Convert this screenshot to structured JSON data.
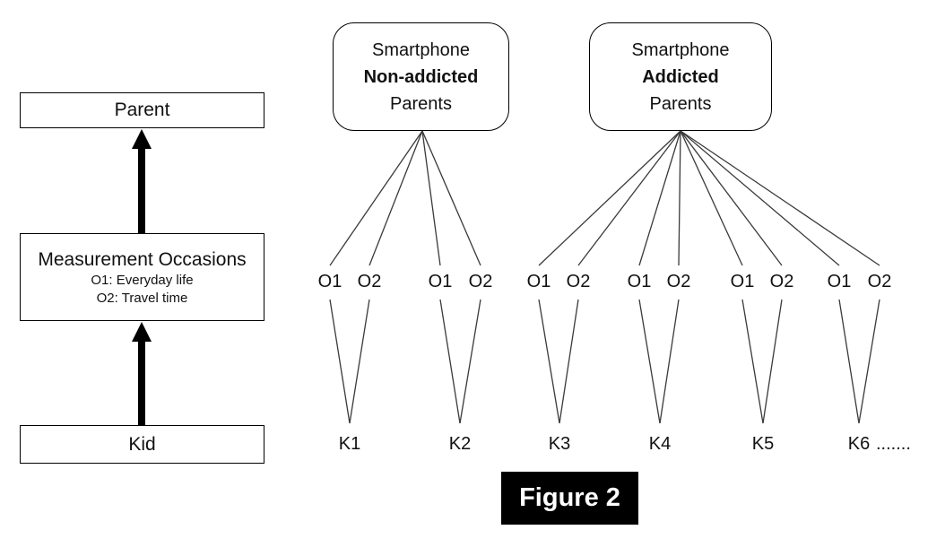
{
  "figure_caption": "Figure 2",
  "left_panel": {
    "parent_label": "Parent",
    "measurement_title": "Measurement Occasions",
    "measurement_sub1": "O1: Everyday life",
    "measurement_sub2": "O2: Travel time",
    "kid_label": "Kid"
  },
  "parent_groups": [
    {
      "line1": "Smartphone",
      "line2": "Non-addicted",
      "line3": "Parents"
    },
    {
      "line1": "Smartphone",
      "line2": "Addicted",
      "line3": "Parents"
    }
  ],
  "kids": [
    {
      "kid": "K1",
      "occasions": [
        "O1",
        "O2"
      ]
    },
    {
      "kid": "K2",
      "occasions": [
        "O1",
        "O2"
      ]
    },
    {
      "kid": "K3",
      "occasions": [
        "O1",
        "O2"
      ]
    },
    {
      "kid": "K4",
      "occasions": [
        "O1",
        "O2"
      ]
    },
    {
      "kid": "K5",
      "occasions": [
        "O1",
        "O2"
      ]
    },
    {
      "kid": "K6",
      "occasions": [
        "O1",
        "O2"
      ]
    }
  ],
  "kid_list_ellipsis": ".......",
  "colors": {
    "line": "#3a3a3a",
    "box_border": "#000000",
    "caption_bg": "#000000",
    "caption_fg": "#ffffff"
  }
}
